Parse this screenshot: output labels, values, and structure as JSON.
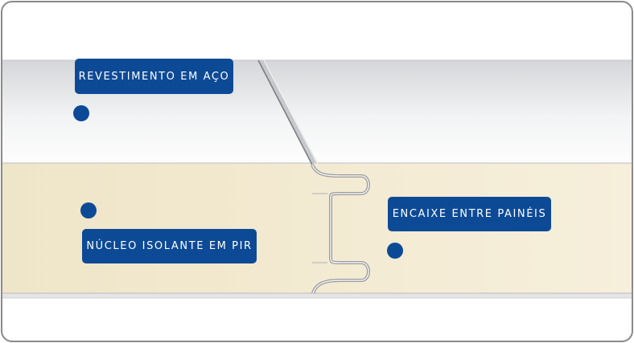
{
  "colors": {
    "accent": "#0d4a96",
    "steel_light": "#fbfbfc",
    "steel_dark": "#d6d7da",
    "core": "#f3ead1",
    "frame": "#8a8a8a"
  },
  "labels": {
    "steel_coating": "REVESTIMENTO EM AÇO",
    "insulating_core": "NÚCLEO ISOLANTE EM PIR",
    "panel_joint": "ENCAIXE ENTRE PAINÉIS"
  }
}
